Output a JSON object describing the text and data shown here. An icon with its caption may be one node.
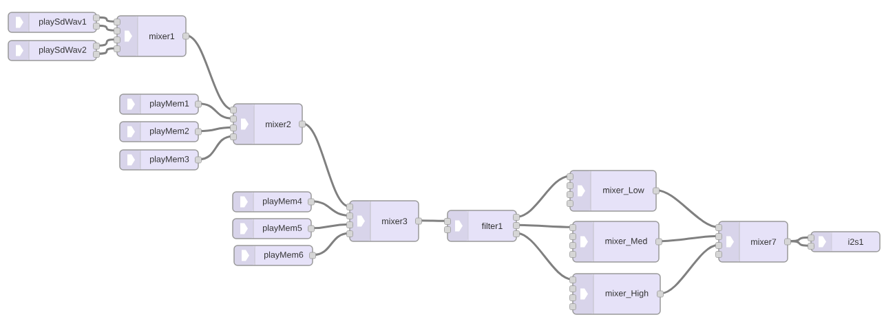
{
  "diagram": {
    "nodes": [
      {
        "text": [
          "playSdWav1"
        ]
      },
      {
        "text": [
          "playSdWav2"
        ]
      },
      {
        "text": [
          "mixer1"
        ]
      },
      {
        "text": [
          "playMem1"
        ]
      },
      {
        "text": [
          "playMem2"
        ]
      },
      {
        "text": [
          "playMem3"
        ]
      },
      {
        "text": [
          "mixer2"
        ]
      },
      {
        "text": [
          "playMem4"
        ]
      },
      {
        "text": [
          "playMem5"
        ]
      },
      {
        "text": [
          "playMem6"
        ]
      },
      {
        "text": [
          "mixer3"
        ]
      },
      {
        "text": [
          "filter1"
        ]
      },
      {
        "text": [
          "mixer_Low"
        ]
      },
      {
        "text": [
          "mixer_Med"
        ]
      },
      {
        "text": [
          "mixer_High"
        ]
      },
      {
        "text": [
          "mixer7"
        ]
      },
      {
        "text": [
          "i2s1"
        ]
      }
    ],
    "edges": [
      {
        "from": 0,
        "to": 2,
        "arrow": "none"
      },
      {
        "from": 0,
        "to": 2,
        "arrow": "none"
      },
      {
        "from": 1,
        "to": 2,
        "arrow": "none"
      },
      {
        "from": 1,
        "to": 2,
        "arrow": "none"
      },
      {
        "from": 2,
        "to": 6,
        "arrow": "none"
      },
      {
        "from": 3,
        "to": 6,
        "arrow": "none"
      },
      {
        "from": 4,
        "to": 6,
        "arrow": "none"
      },
      {
        "from": 5,
        "to": 6,
        "arrow": "none"
      },
      {
        "from": 6,
        "to": 10,
        "arrow": "none"
      },
      {
        "from": 7,
        "to": 10,
        "arrow": "none"
      },
      {
        "from": 8,
        "to": 10,
        "arrow": "none"
      },
      {
        "from": 9,
        "to": 10,
        "arrow": "none"
      },
      {
        "from": 10,
        "to": 11,
        "arrow": "none"
      },
      {
        "from": 11,
        "to": 12,
        "arrow": "none"
      },
      {
        "from": 11,
        "to": 13,
        "arrow": "none"
      },
      {
        "from": 11,
        "to": 14,
        "arrow": "none"
      },
      {
        "from": 12,
        "to": 15,
        "arrow": "none"
      },
      {
        "from": 13,
        "to": 15,
        "arrow": "none"
      },
      {
        "from": 14,
        "to": 15,
        "arrow": "none"
      },
      {
        "from": 15,
        "to": 16,
        "arrow": "none"
      },
      {
        "from": 15,
        "to": 16,
        "arrow": "none"
      }
    ]
  }
}
